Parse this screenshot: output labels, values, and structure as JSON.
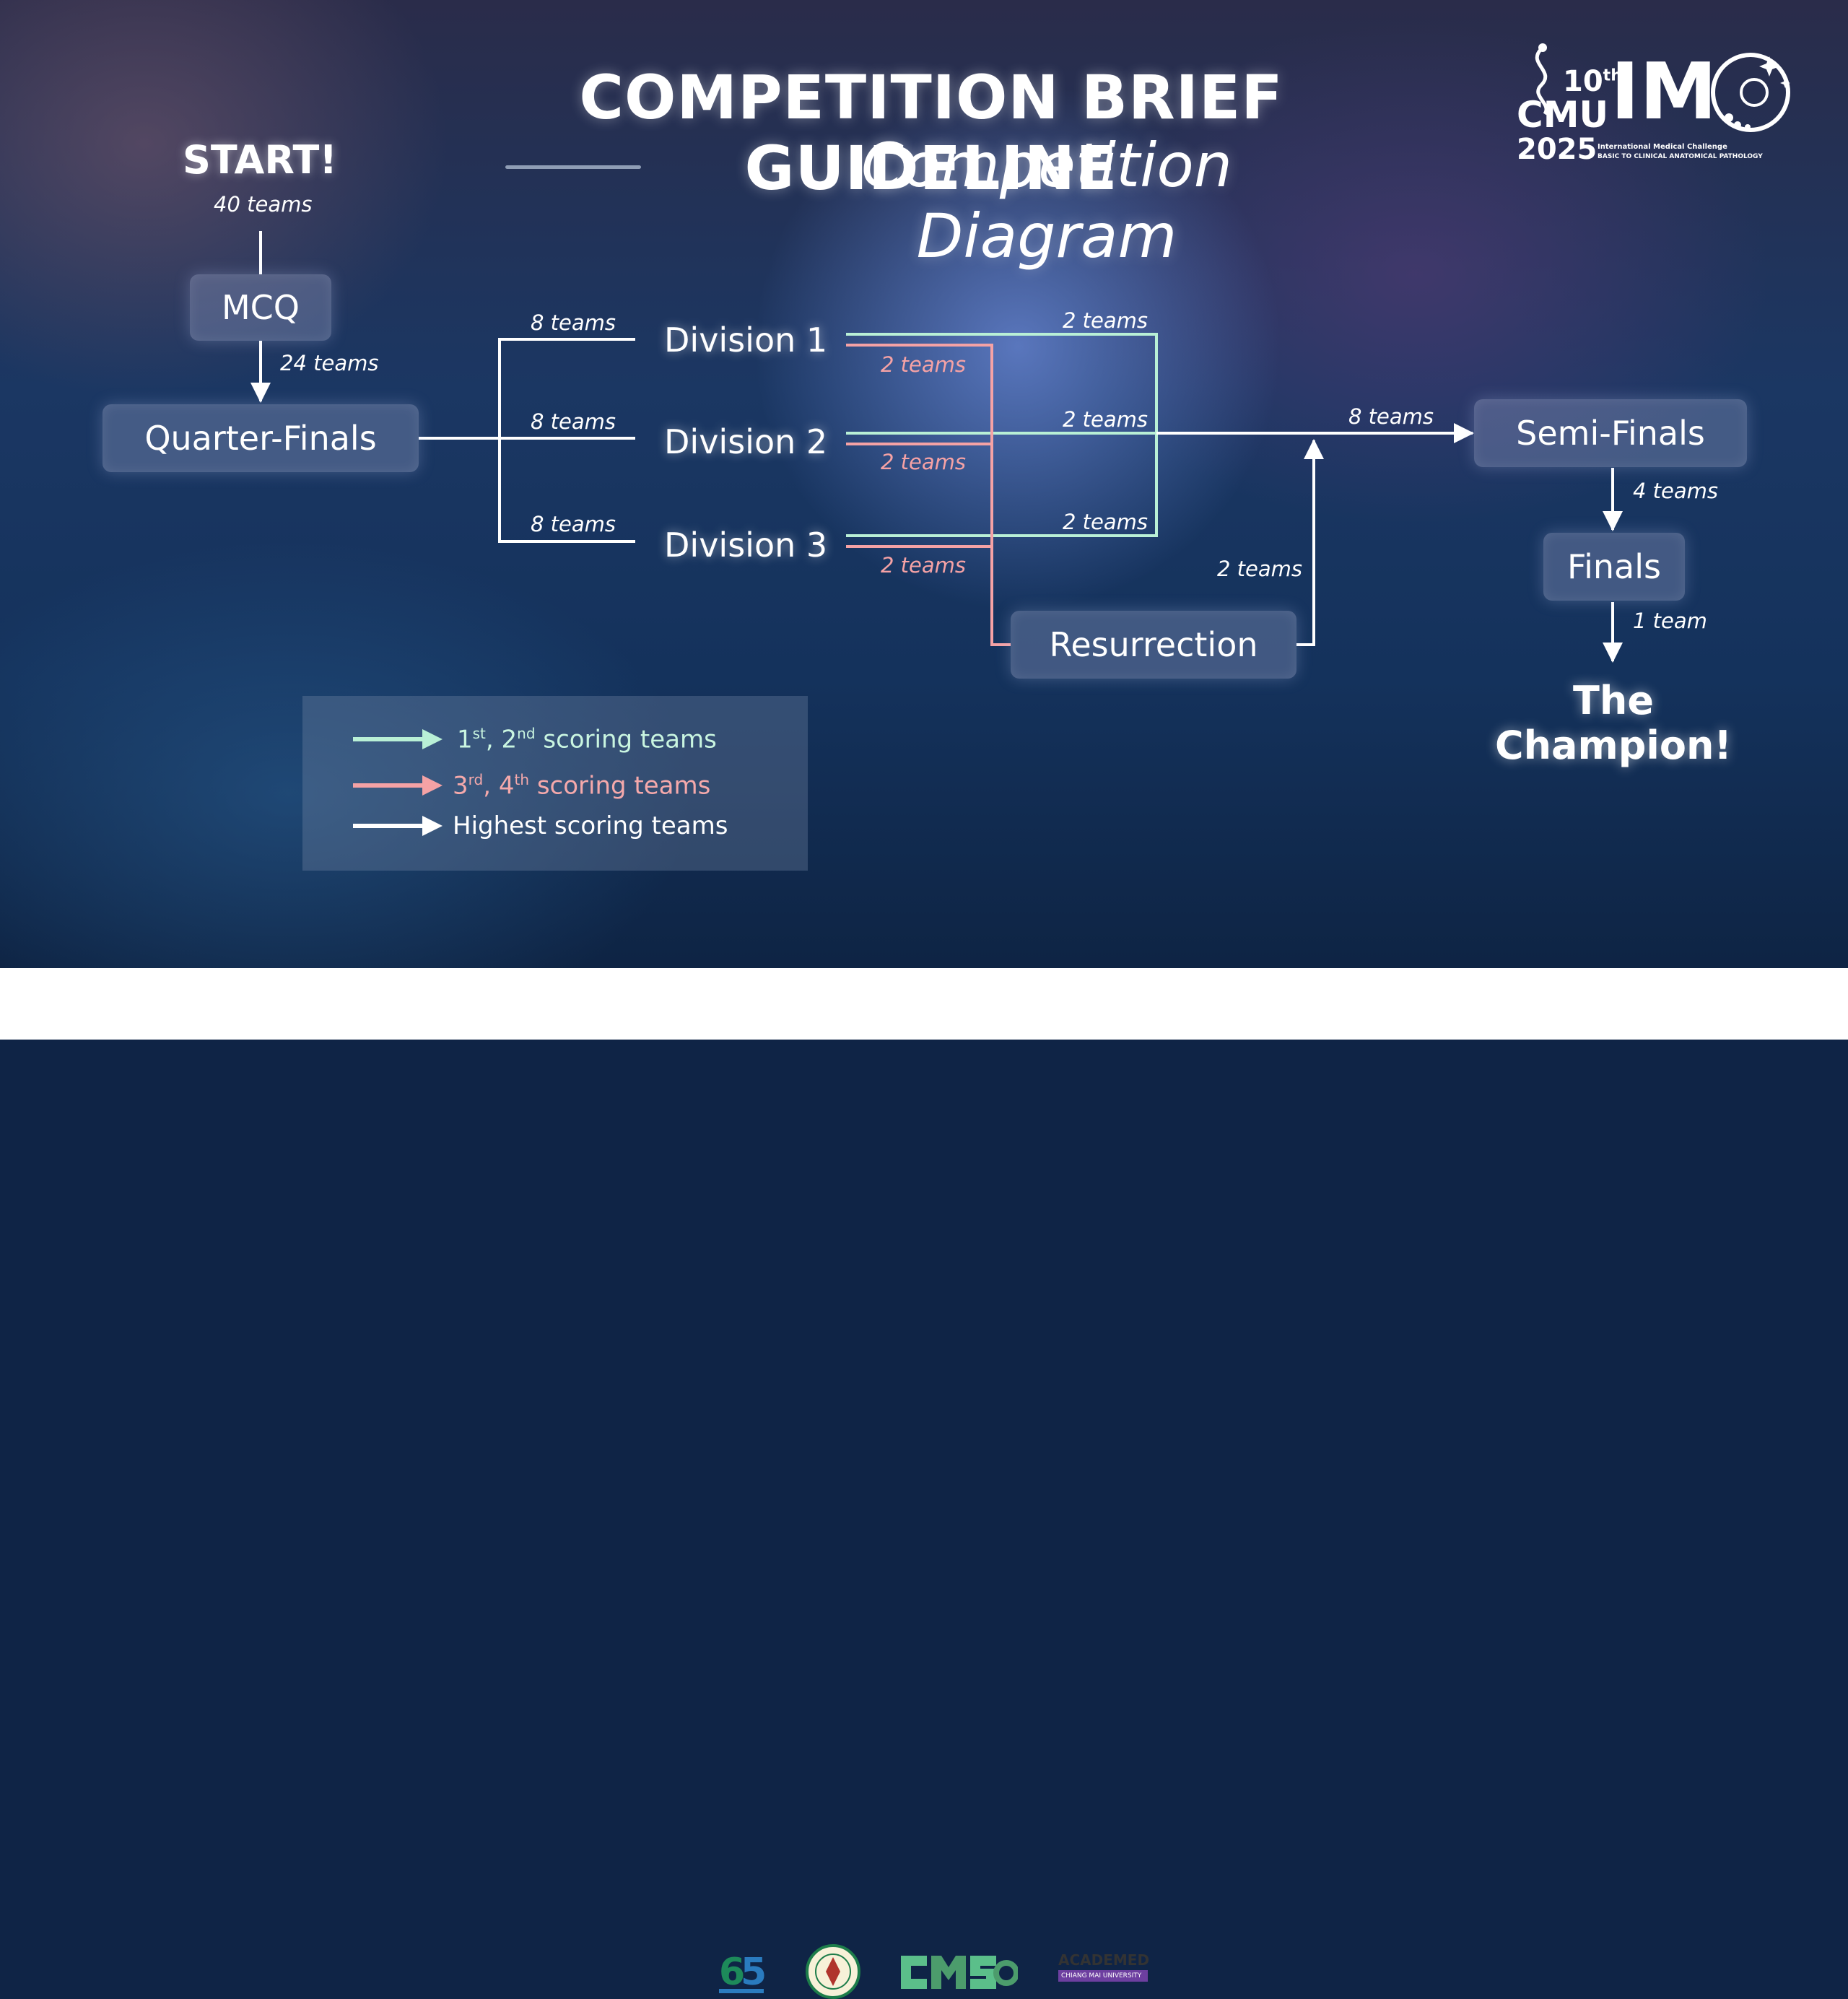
{
  "header": {
    "title": "COMPETITION BRIEF GUIDELINE",
    "subtitle": "Competition Diagram"
  },
  "logo": {
    "edition": "10",
    "edition_suffix": "th",
    "brand": "CMU",
    "brand_big": "IM",
    "year": "2025",
    "tagline_1": "International Medical Challenge",
    "tagline_2": "BASIC TO CLINICAL ANATOMICAL PATHOLOGY"
  },
  "flow": {
    "start": "START!",
    "start_count": "40 teams",
    "mcq": "MCQ",
    "mcq_out": "24 teams",
    "quarter": "Quarter-Finals",
    "div1": "Division 1",
    "div2": "Division 2",
    "div3": "Division 3",
    "div_in_1": "8 teams",
    "div_in_2": "8 teams",
    "div_in_3": "8 teams",
    "green_1": "2 teams",
    "green_2": "2 teams",
    "green_3": "2 teams",
    "red_1": "2 teams",
    "red_2": "2 teams",
    "red_3": "2 teams",
    "resurrection": "Resurrection",
    "res_out": "2 teams",
    "semi_in": "8 teams",
    "semi": "Semi-Finals",
    "semi_out": "4 teams",
    "finals": "Finals",
    "finals_out": "1 team",
    "champion_1": "The",
    "champion_2": "Champion!"
  },
  "legend": {
    "green_n1": "1",
    "green_s1": "st",
    "green_sep": ", ",
    "green_n2": "2",
    "green_s2": "nd",
    "green_text": " scoring teams",
    "red_n1": "3",
    "red_s1": "rd",
    "red_sep": ", ",
    "red_n2": "4",
    "red_s2": "th",
    "red_text": " scoring teams",
    "white_text": "Highest scoring teams"
  },
  "colors": {
    "green": "#b9f0d6",
    "red": "#f5a2a5",
    "white": "#ffffff"
  },
  "footer": {
    "logos": [
      "65th-anniversary-logo",
      "faculty-of-medicine-seal",
      "cmsmo-logo",
      "academed-logo"
    ],
    "academed_label": "ACADEMED",
    "academed_sub": "CHIANG MAI UNIVERSITY"
  }
}
